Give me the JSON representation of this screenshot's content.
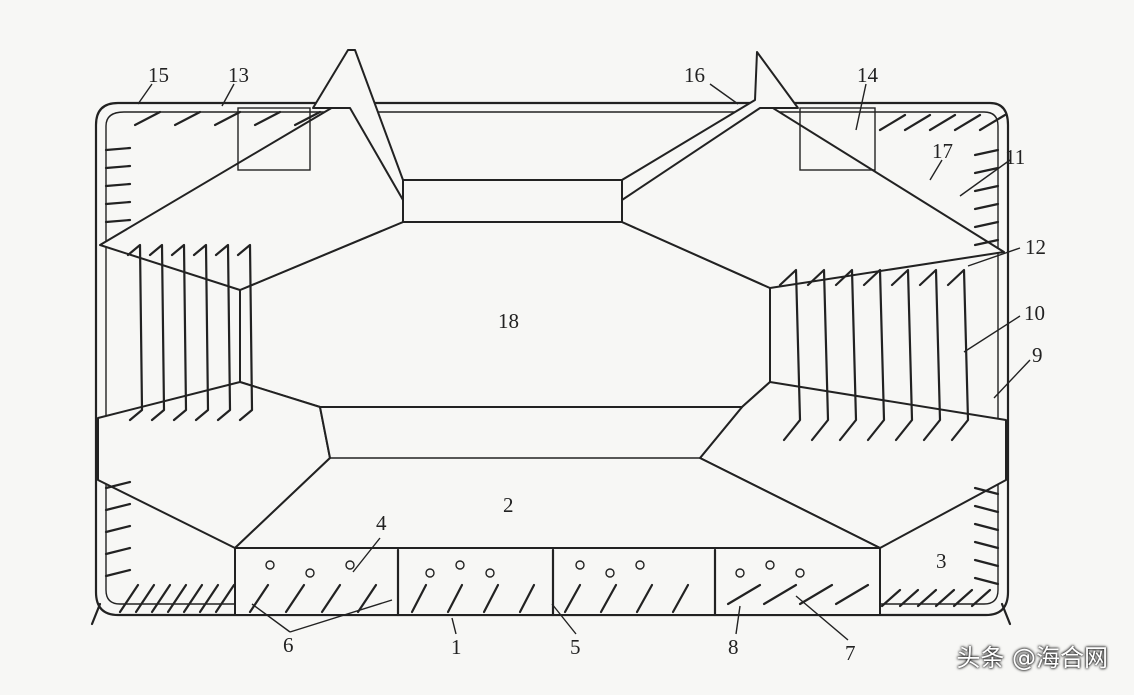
{
  "labels": {
    "l1": "1",
    "l2": "2",
    "l3": "3",
    "l4": "4",
    "l5": "5",
    "l6": "6",
    "l7": "7",
    "l8": "8",
    "l9": "9",
    "l10": "10",
    "l11": "11",
    "l12": "12",
    "l13": "13",
    "l14": "14",
    "l15": "15",
    "l16": "16",
    "l17": "17",
    "l18": "18"
  },
  "watermark": "头条 @海合网"
}
